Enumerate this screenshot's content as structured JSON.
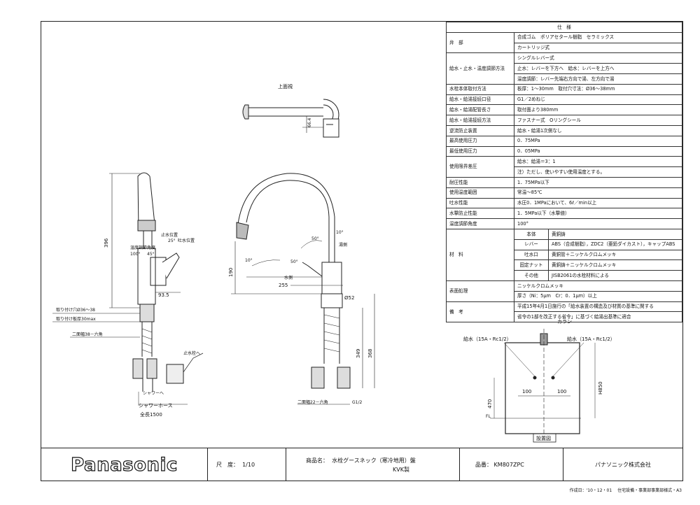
{
  "spec_table": {
    "header": "仕　様",
    "rows": [
      {
        "label": "弁　部",
        "lines": [
          "合成ゴム　ポリアセタール樹脂　セラミックス",
          "カートリッジ式"
        ]
      },
      {
        "label": "給水・止水・温度調節方法",
        "lines": [
          "シングルレバー式",
          "止水：レバーを下方へ　給水：レバーを上方へ",
          "温度調節：レバー先端右方向で湯、左方向で湯"
        ]
      },
      {
        "label": "水栓本体取付方法",
        "lines": [
          "板厚：1〜30mm　取付穴寸法：Ø36〜38mm"
        ]
      },
      {
        "label": "給水・給湯接続口径",
        "lines": [
          "G1／2めねじ"
        ]
      },
      {
        "label": "給水・給湯配管長さ",
        "lines": [
          "取付面より380mm"
        ]
      },
      {
        "label": "給水・給湯接続方法",
        "lines": [
          "ファスナー式　Oリングシール"
        ]
      },
      {
        "label": "逆流防止装置",
        "lines": [
          "給水・給湯1次側なし"
        ]
      },
      {
        "label": "最高使用圧力",
        "lines": [
          "0．75MPa"
        ]
      },
      {
        "label": "最低使用圧力",
        "lines": [
          "0．05MPa"
        ]
      },
      {
        "label": "使用限界差圧",
        "lines": [
          "給水：給湯＝3：1",
          "注）ただし、使いやすい使用温度とする。"
        ]
      },
      {
        "label": "耐圧性能",
        "lines": [
          "1．75MPa以下"
        ]
      },
      {
        "label": "使用温度範囲",
        "lines": [
          "常温〜85℃"
        ]
      },
      {
        "label": "吐水性能",
        "lines": [
          "水圧0．1MPaにおいて、6ℓ／min以上"
        ]
      },
      {
        "label": "水撃防止性能",
        "lines": [
          "1．5MPa以下（水撃値）"
        ]
      },
      {
        "label": "温度調節角度",
        "lines": [
          "100°"
        ]
      }
    ],
    "material_label": "材　料",
    "materials": [
      {
        "part": "本体",
        "value": "黄銅鋳"
      },
      {
        "part": "レバー",
        "value": "ABS（合成樹脂），ZDC2（亜鉛ダイカスト），キャップABS"
      },
      {
        "part": "吐水口",
        "value": "黄銅管＋ニッケルクロムメッキ"
      },
      {
        "part": "固定ナット",
        "value": "黄銅鋳＋ニッケルクロムメッキ"
      },
      {
        "part": "その他",
        "value": "JISB2061の水栓材料による"
      }
    ],
    "tail_rows": [
      {
        "label": "表面処理",
        "lines": [
          "ニッケルクロムメッキ",
          "厚さ（Ni：5μm　Cr：0．1μm）以上"
        ]
      },
      {
        "label": "備　考",
        "lines": [
          "平成15年4月1日施行の「給水装置の構造及び材質の基準に関する",
          "省令の1部を改正する省令」に基づく給湯出基準に適合"
        ]
      }
    ]
  },
  "drawing_labels": {
    "top_view": "上面視",
    "top_dim": "66.4",
    "side_height": "396",
    "stop_pos": "止水位置",
    "spout_pos": "吐水位置",
    "angle_25": "25°",
    "lever_angle": "温度調節角度",
    "angle_100": "100°",
    "angle_45": "45°",
    "dim_93_5": "93.5",
    "hole_dia": "取り付け穴Ø36〜38",
    "plate_thick": "取り付け板厚30max",
    "hex_width_left": "二面幅38－六角",
    "hot_water": "止水栓へ",
    "shower_to": "シャワーへ",
    "shower_hose": "シャワーホース",
    "total_length": "全長1500",
    "front_190": "190",
    "angle_10a": "10°",
    "angle_50a": "50°",
    "angle_10b": "10°",
    "angle_50b": "50°",
    "hot_side": "湯側",
    "cold_side": "水側",
    "reach": "255",
    "dia52": "Ø52",
    "dim_349": "349",
    "dim_368": "368",
    "hex_width_front": "二面幅22－六角",
    "g_half": "G1/2"
  },
  "install": {
    "callout": "カラン",
    "water_left": "給水（15A・Rc1/2）",
    "water_right": "給水（15A・Rc1/2）",
    "d100a": "100",
    "d100b": "100",
    "h850": "H850",
    "h470": "470",
    "fl": "FL",
    "caption": "設置図"
  },
  "title_block": {
    "brand": "Panasonic",
    "scale_label": "尺　度：",
    "scale_value": "1/10",
    "product_label": "商品名：",
    "product_line1": "水栓グースネック（寒冷地用）盤",
    "product_line2": "KVK製",
    "model_label": "品番：",
    "model_value": "KM807ZPC",
    "company": "パナソニック株式会社"
  },
  "footer": "作成日：'10・12・01　 住宅設備・事業部事業部様式・A3"
}
